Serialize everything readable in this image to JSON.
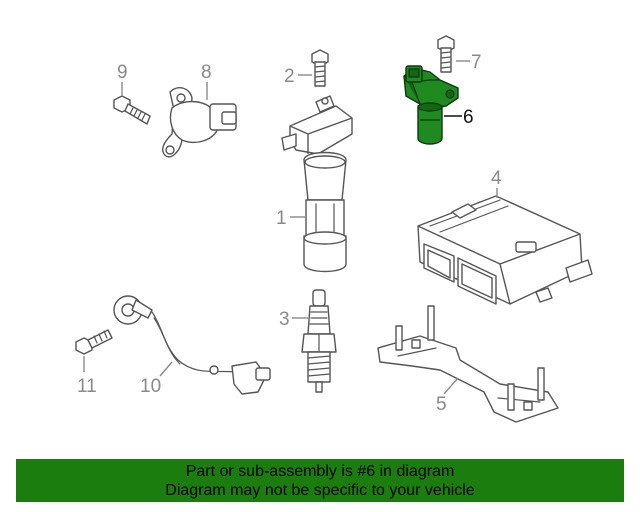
{
  "callouts": {
    "c1": "1",
    "c2": "2",
    "c3": "3",
    "c4": "4",
    "c5": "5",
    "c6": "6",
    "c7": "7",
    "c8": "8",
    "c9": "9",
    "c10": "10",
    "c11": "11"
  },
  "highlight": {
    "part_number": "6",
    "color": "#1c7d0f"
  },
  "banner": {
    "line1": "Part or sub-assembly is #6 in diagram",
    "line2": "Diagram may not be specific to your vehicle"
  }
}
